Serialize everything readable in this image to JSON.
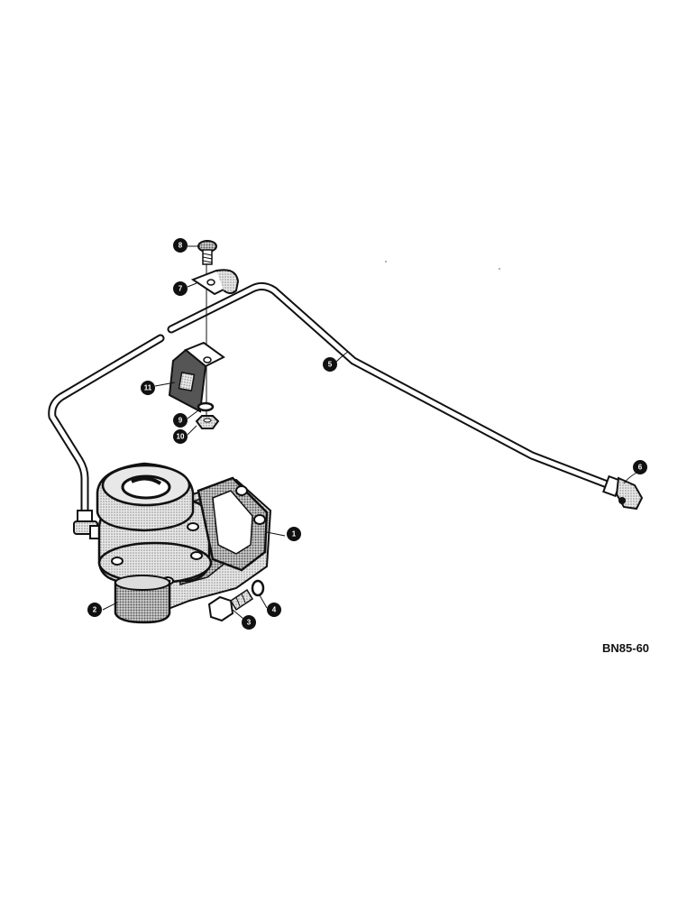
{
  "diagram": {
    "code": "BN85-60",
    "callouts": [
      "1",
      "2",
      "3",
      "4",
      "5",
      "6",
      "7",
      "8",
      "9",
      "10",
      "11"
    ]
  },
  "colors": {
    "ink": "#111111",
    "paper": "#ffffff",
    "shade": "#a9a9a9",
    "light": "#e2e2e2"
  }
}
